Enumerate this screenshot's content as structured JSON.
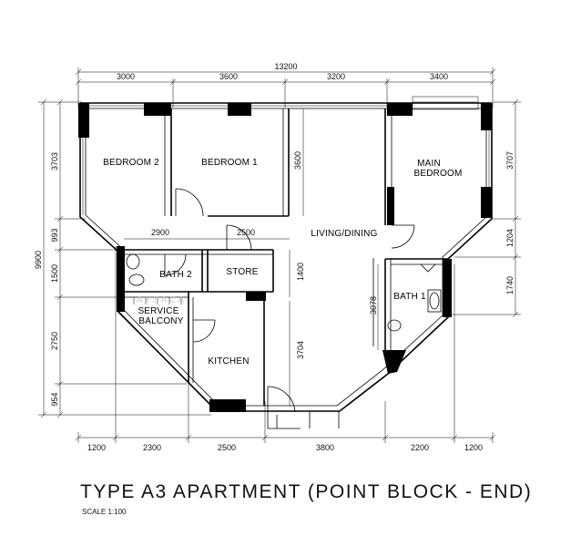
{
  "plan": {
    "title": "TYPE A3 APARTMENT (POINT BLOCK - END)",
    "scale": "SCALE  1:100",
    "watermark": "A   Y   S   A   C   A",
    "overall_width": "13200",
    "top_dimensions": [
      "3000",
      "3600",
      "3200",
      "3400"
    ],
    "bottom_dimensions": [
      "1200",
      "2300",
      "2500",
      "3800",
      "2200",
      "1200"
    ],
    "left_overall": "9900",
    "left_dimensions": [
      "3703",
      "993",
      "1500",
      "2750",
      "954"
    ],
    "right_dimensions": [
      "3707",
      "1204",
      "1740"
    ],
    "internal_dimensions": {
      "bedroom1_depth": "3600",
      "bath2_width": "2900",
      "store_width": "2500",
      "store_depth": "1400",
      "kitchen_depth": "3704",
      "bath1_depth": "3078"
    },
    "rooms": {
      "bedroom2": "BEDROOM 2",
      "bedroom1": "BEDROOM 1",
      "main_bedroom_line1": "MAIN",
      "main_bedroom_line2": "BEDROOM",
      "living_dining": "LIVING/DINING",
      "bath2": "BATH 2",
      "store": "STORE",
      "bath1": "BATH 1",
      "service_balcony_line1": "SERVICE",
      "service_balcony_line2": "BALCONY",
      "kitchen": "KITCHEN"
    }
  }
}
